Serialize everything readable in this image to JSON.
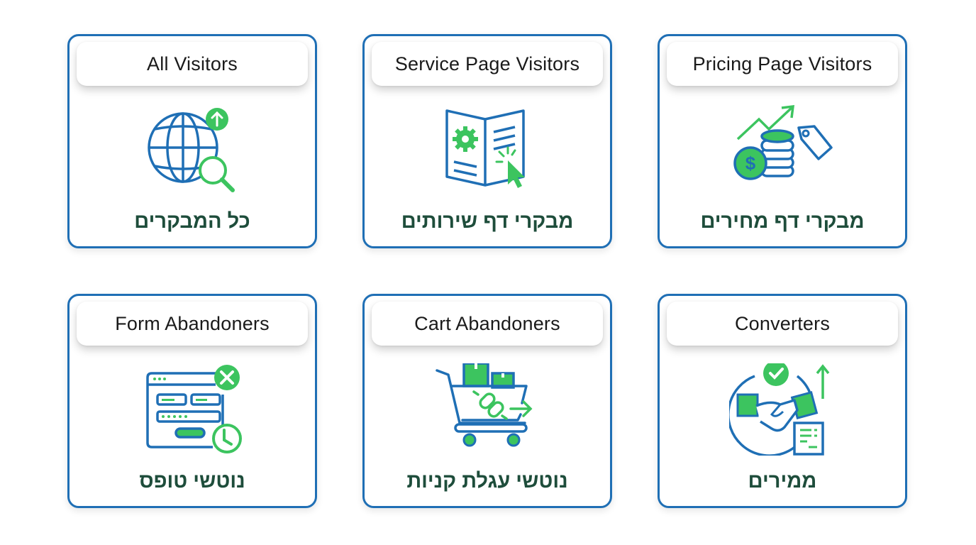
{
  "colors": {
    "border": "#1f6fb5",
    "blue": "#1f6fb5",
    "green": "#3cc45f",
    "hebrew_text": "#1e4d3b"
  },
  "cards": [
    {
      "title": "All Visitors",
      "hebrew": "כל המבקרים",
      "icon": "globe-search-icon"
    },
    {
      "title": "Service Page Visitors",
      "hebrew": "מבקרי דף שירותים",
      "icon": "brochure-click-icon"
    },
    {
      "title": "Pricing Page Visitors",
      "hebrew": "מבקרי דף מחירים",
      "icon": "coins-price-tag-icon"
    },
    {
      "title": "Form Abandoners",
      "hebrew": "נוטשי טופס",
      "icon": "form-abandon-icon"
    },
    {
      "title": "Cart Abandoners",
      "hebrew": "נוטשי עגלת קניות",
      "icon": "cart-abandon-icon"
    },
    {
      "title": "Converters",
      "hebrew": "ממירים",
      "icon": "handshake-receipt-icon"
    }
  ]
}
